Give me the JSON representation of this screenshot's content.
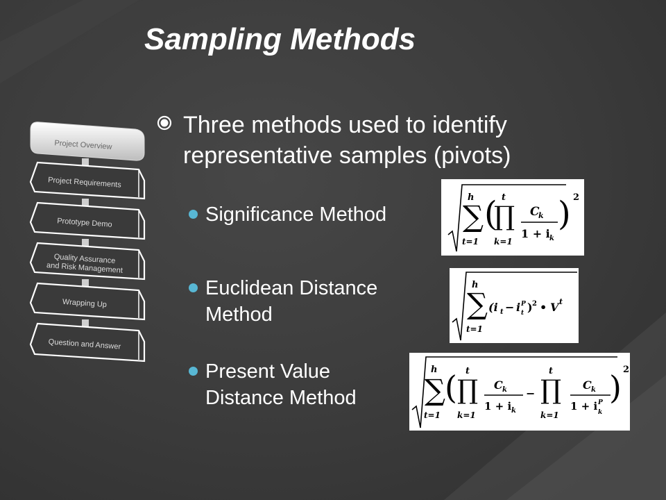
{
  "title": "Sampling Methods",
  "bullet_main": {
    "line1": "Three methods used to identify",
    "line2": "representative samples (pivots)",
    "marker_icon": "circle-dot-icon",
    "marker_color": "#ffffff"
  },
  "sub_bullets": [
    {
      "lines": [
        "Significance Method"
      ]
    },
    {
      "lines": [
        "Euclidean Distance",
        "Method"
      ]
    },
    {
      "lines": [
        "Present Value",
        "Distance Method"
      ]
    }
  ],
  "accent_color": "#58b7d4",
  "flow_steps": [
    {
      "label": "Project Overview"
    },
    {
      "label": "Project Requirements"
    },
    {
      "label": "Prototype Demo"
    },
    {
      "label_lines": [
        "Quality Assurance",
        "and Risk Management"
      ]
    },
    {
      "label": "Wrapping Up"
    },
    {
      "label": "Question and Answer"
    }
  ]
}
